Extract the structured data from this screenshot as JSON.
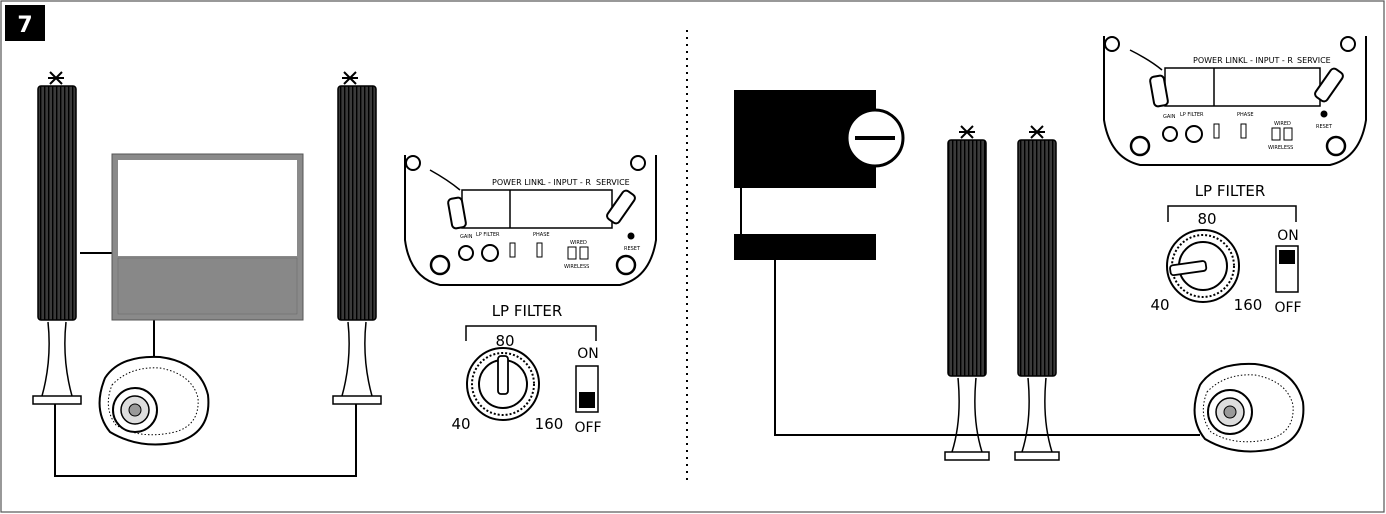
{
  "step_number": "7",
  "left_panel": {
    "rear_panel": {
      "power_link": "POWER LINK",
      "input": "L - INPUT - R",
      "service": "SERVICE",
      "gain": "GAIN",
      "lp_filter_small": "LP FILTER",
      "phase": "PHASE",
      "reset": "RESET",
      "wired": "WIRED",
      "wireless": "WIRELESS"
    },
    "lp_filter": {
      "title": "LP FILTER",
      "mark_top": "80",
      "mark_left": "40",
      "mark_right": "160",
      "switch_on": "ON",
      "switch_off": "OFF",
      "switch_state": "off"
    }
  },
  "right_panel": {
    "rear_panel": {
      "power_link": "POWER LINK",
      "input": "L - INPUT - R",
      "service": "SERVICE",
      "gain": "GAIN",
      "lp_filter_small": "LP FILTER",
      "phase": "PHASE",
      "reset": "RESET",
      "wired": "WIRED",
      "wireless": "WIRELESS"
    },
    "lp_filter": {
      "title": "LP FILTER",
      "mark_top": "80",
      "mark_left": "40",
      "mark_right": "160",
      "switch_on": "ON",
      "switch_off": "OFF",
      "switch_state": "on"
    }
  },
  "colors": {
    "line": "#000000",
    "screen_frame": "#8a8a8a",
    "screen_lower": "#888888",
    "border": "#555555"
  }
}
